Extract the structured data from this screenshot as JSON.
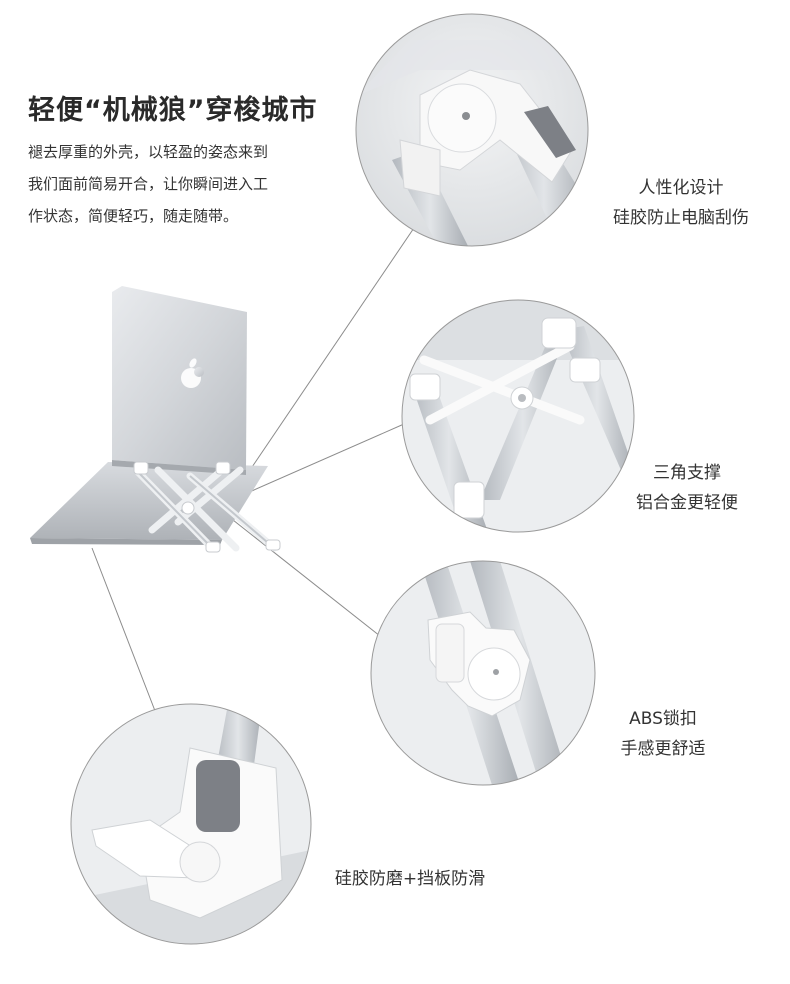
{
  "headline": "轻便“机械狼”穿梭城市",
  "description_lines": [
    "褪去厚重的外壳，以轻盈的姿态来到",
    "我们面前简易开合，让你瞬间进入工",
    "作状态，简便轻巧，随走随带。"
  ],
  "features": [
    {
      "lines": [
        "人性化设计",
        "硅胶防止电脑刮伤"
      ]
    },
    {
      "lines": [
        "三角支撑",
        "铝合金更轻便"
      ]
    },
    {
      "lines": [
        "ABS锁扣",
        "手感更舒适"
      ]
    },
    {
      "lines": [
        "硅胶防磨+挡板防滑"
      ]
    }
  ],
  "colors": {
    "background": "#ffffff",
    "circle_border": "#9a9a9a",
    "leader_line": "#8c8c8c",
    "aluminum": "#c9cdd2",
    "white_plastic": "#f7f7f7",
    "silicone_pad": "#7d8086"
  }
}
